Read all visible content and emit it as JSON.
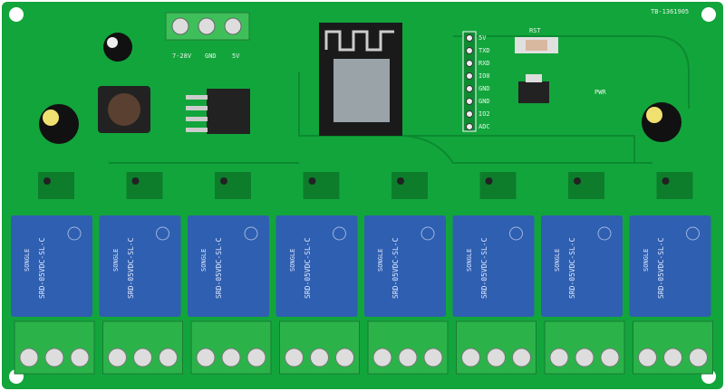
{
  "board": {
    "part_code": "TB-1361905",
    "power_terminal_labels": [
      "7-28V",
      "GND",
      "5V"
    ],
    "header_pins": [
      "5V",
      "TXD",
      "RXD",
      "IO0",
      "GND",
      "GND",
      "IO2",
      "ADC"
    ],
    "reset_label": "RST",
    "power_led_label": "PWR",
    "relay_model": "SRD-05VDC-SL-C",
    "relay_brand": "SONGLE",
    "relay_count": 8,
    "colors": {
      "pcb": "#12a53c",
      "relay": "#2f5fb0",
      "terminal": "#2bb34a",
      "module": "#1a1a1a"
    }
  }
}
